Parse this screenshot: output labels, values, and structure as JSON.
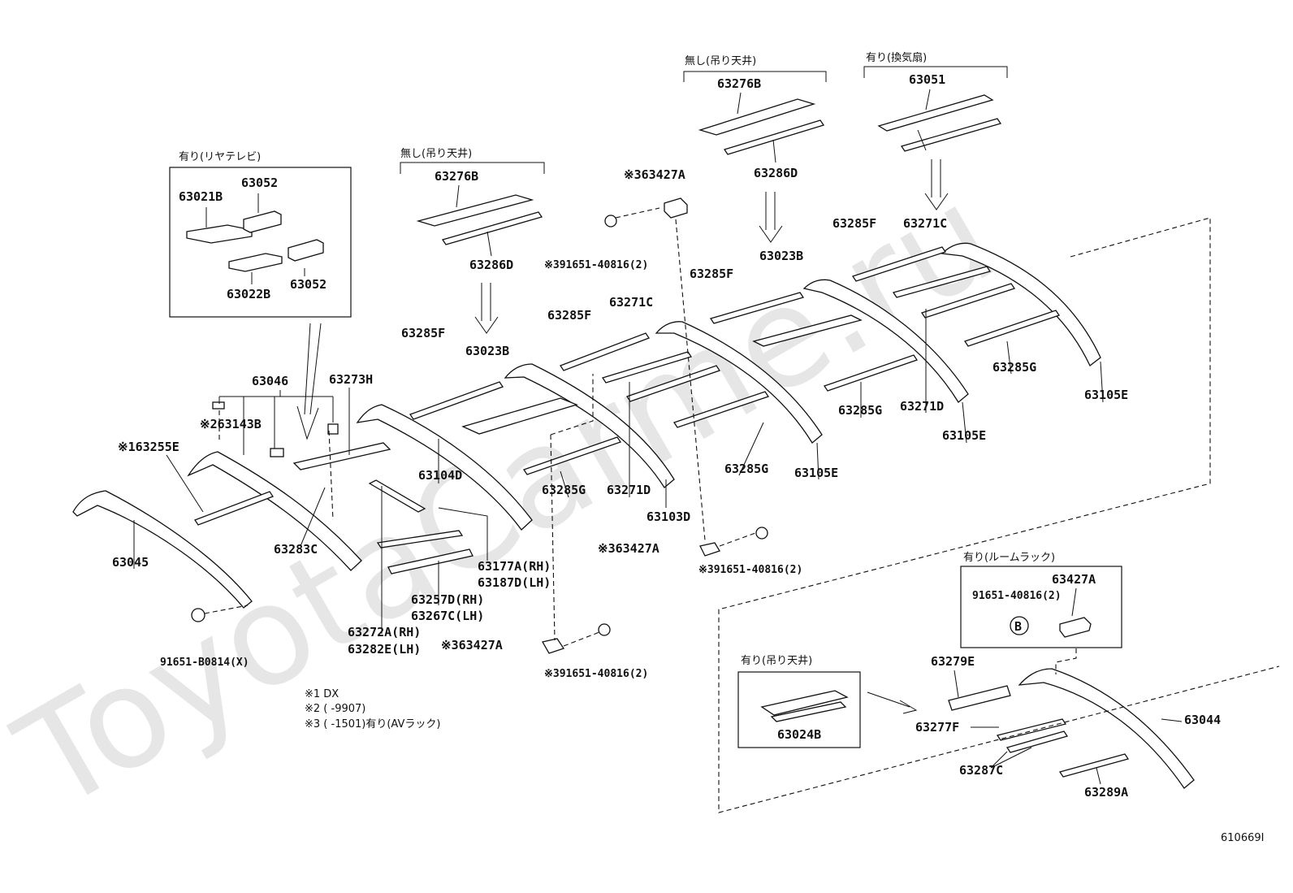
{
  "watermark": "ToyotaCarme.ru",
  "figure_id": "610669I",
  "groups": {
    "rear_tv": "有り(リヤテレビ)",
    "no_hanging_ceiling_1": "無し(吊り天井)",
    "no_hanging_ceiling_2": "無し(吊り天井)",
    "vent_fan": "有り(換気扇)",
    "room_rack": "有り(ルームラック)",
    "hanging_ceiling": "有り(吊り天井)"
  },
  "callout_b": "B",
  "labels": {
    "p63021B": "63021B",
    "p63052a": "63052",
    "p63022B": "63022B",
    "p63052b": "63052",
    "p63276B_1": "63276B",
    "p63286D_1": "63286D",
    "p63276B_2": "63276B",
    "p63286D_2": "63286D",
    "p63051": "63051",
    "p63427A_top": "※363427A",
    "p391651_top": "※391651-40816(2)",
    "p63023B_1": "63023B",
    "p63023B_2": "63023B",
    "p63285F_1": "63285F",
    "p63285F_2": "63285F",
    "p63285F_3": "63285F",
    "p63285F_4": "63285F",
    "p63271C_1": "63271C",
    "p63271C_2": "63271C",
    "p63046": "63046",
    "p63273H": "63273H",
    "p63143B": "※263143B",
    "p63255E": "※163255E",
    "p63045": "63045",
    "p63283C": "63283C",
    "p63104D": "63104D",
    "p63285G_1": "63285G",
    "p63271D_1": "63271D",
    "p63103D": "63103D",
    "p63285G_2": "63285G",
    "p63105E_1": "63105E",
    "p63285G_3": "63285G",
    "p63271D_2": "63271D",
    "p63105E_2": "63105E",
    "p63285G_4": "63285G",
    "p63105E_3": "63105E",
    "p63177A": "63177A(RH)",
    "p63187D": "63187D(LH)",
    "p63257D": "63257D(RH)",
    "p63267C": "63267C(LH)",
    "p63272A": "63272A(RH)",
    "p63282E": "63282E(LH)",
    "p63427A_mid": "※363427A",
    "p391651_mid": "※391651-40816(2)",
    "p63427A_low": "※363427A",
    "p391651_low": "※391651-40816(2)",
    "p91651B": "91651-B0814(X)",
    "p63427A_rack": "63427A",
    "p91651_rack": "91651-40816(2)",
    "p63279E": "63279E",
    "p63044": "63044",
    "p63277F": "63277F",
    "p63024B": "63024B",
    "p63287C": "63287C",
    "p63289A": "63289A"
  },
  "notes": {
    "n1": "※1 DX",
    "n2": "※2 (        -9907)",
    "n3": "※3 (        -1501)有り(AVラック)"
  }
}
